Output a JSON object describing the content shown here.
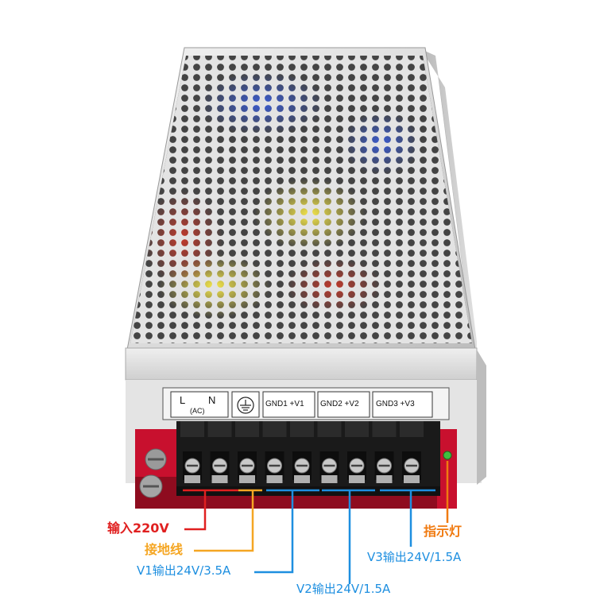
{
  "terminal_labels": {
    "l": "L",
    "n": "N",
    "ac": "(AC)",
    "ground_symbol": "earth-ground-icon",
    "gnd1_v1": "GND1 +V1",
    "gnd2_v2": "GND2 +V2",
    "gnd3_v3": "GND3 +V3"
  },
  "callouts": {
    "input": "输入220V",
    "ground": "接地线",
    "v1": "V1输出24V/3.5A",
    "v2": "V2输出24V/1.5A",
    "v3": "V3输出24V/1.5A",
    "indicator": "指示灯"
  },
  "colors": {
    "input_line": "#e02020",
    "ground_line": "#f5a623",
    "output_line": "#1e8fe0",
    "indicator_line": "#f07a10",
    "pcb_red": "#c8102e",
    "terminal_block": "#1a1a1a",
    "chassis": "#d9d9d9"
  }
}
